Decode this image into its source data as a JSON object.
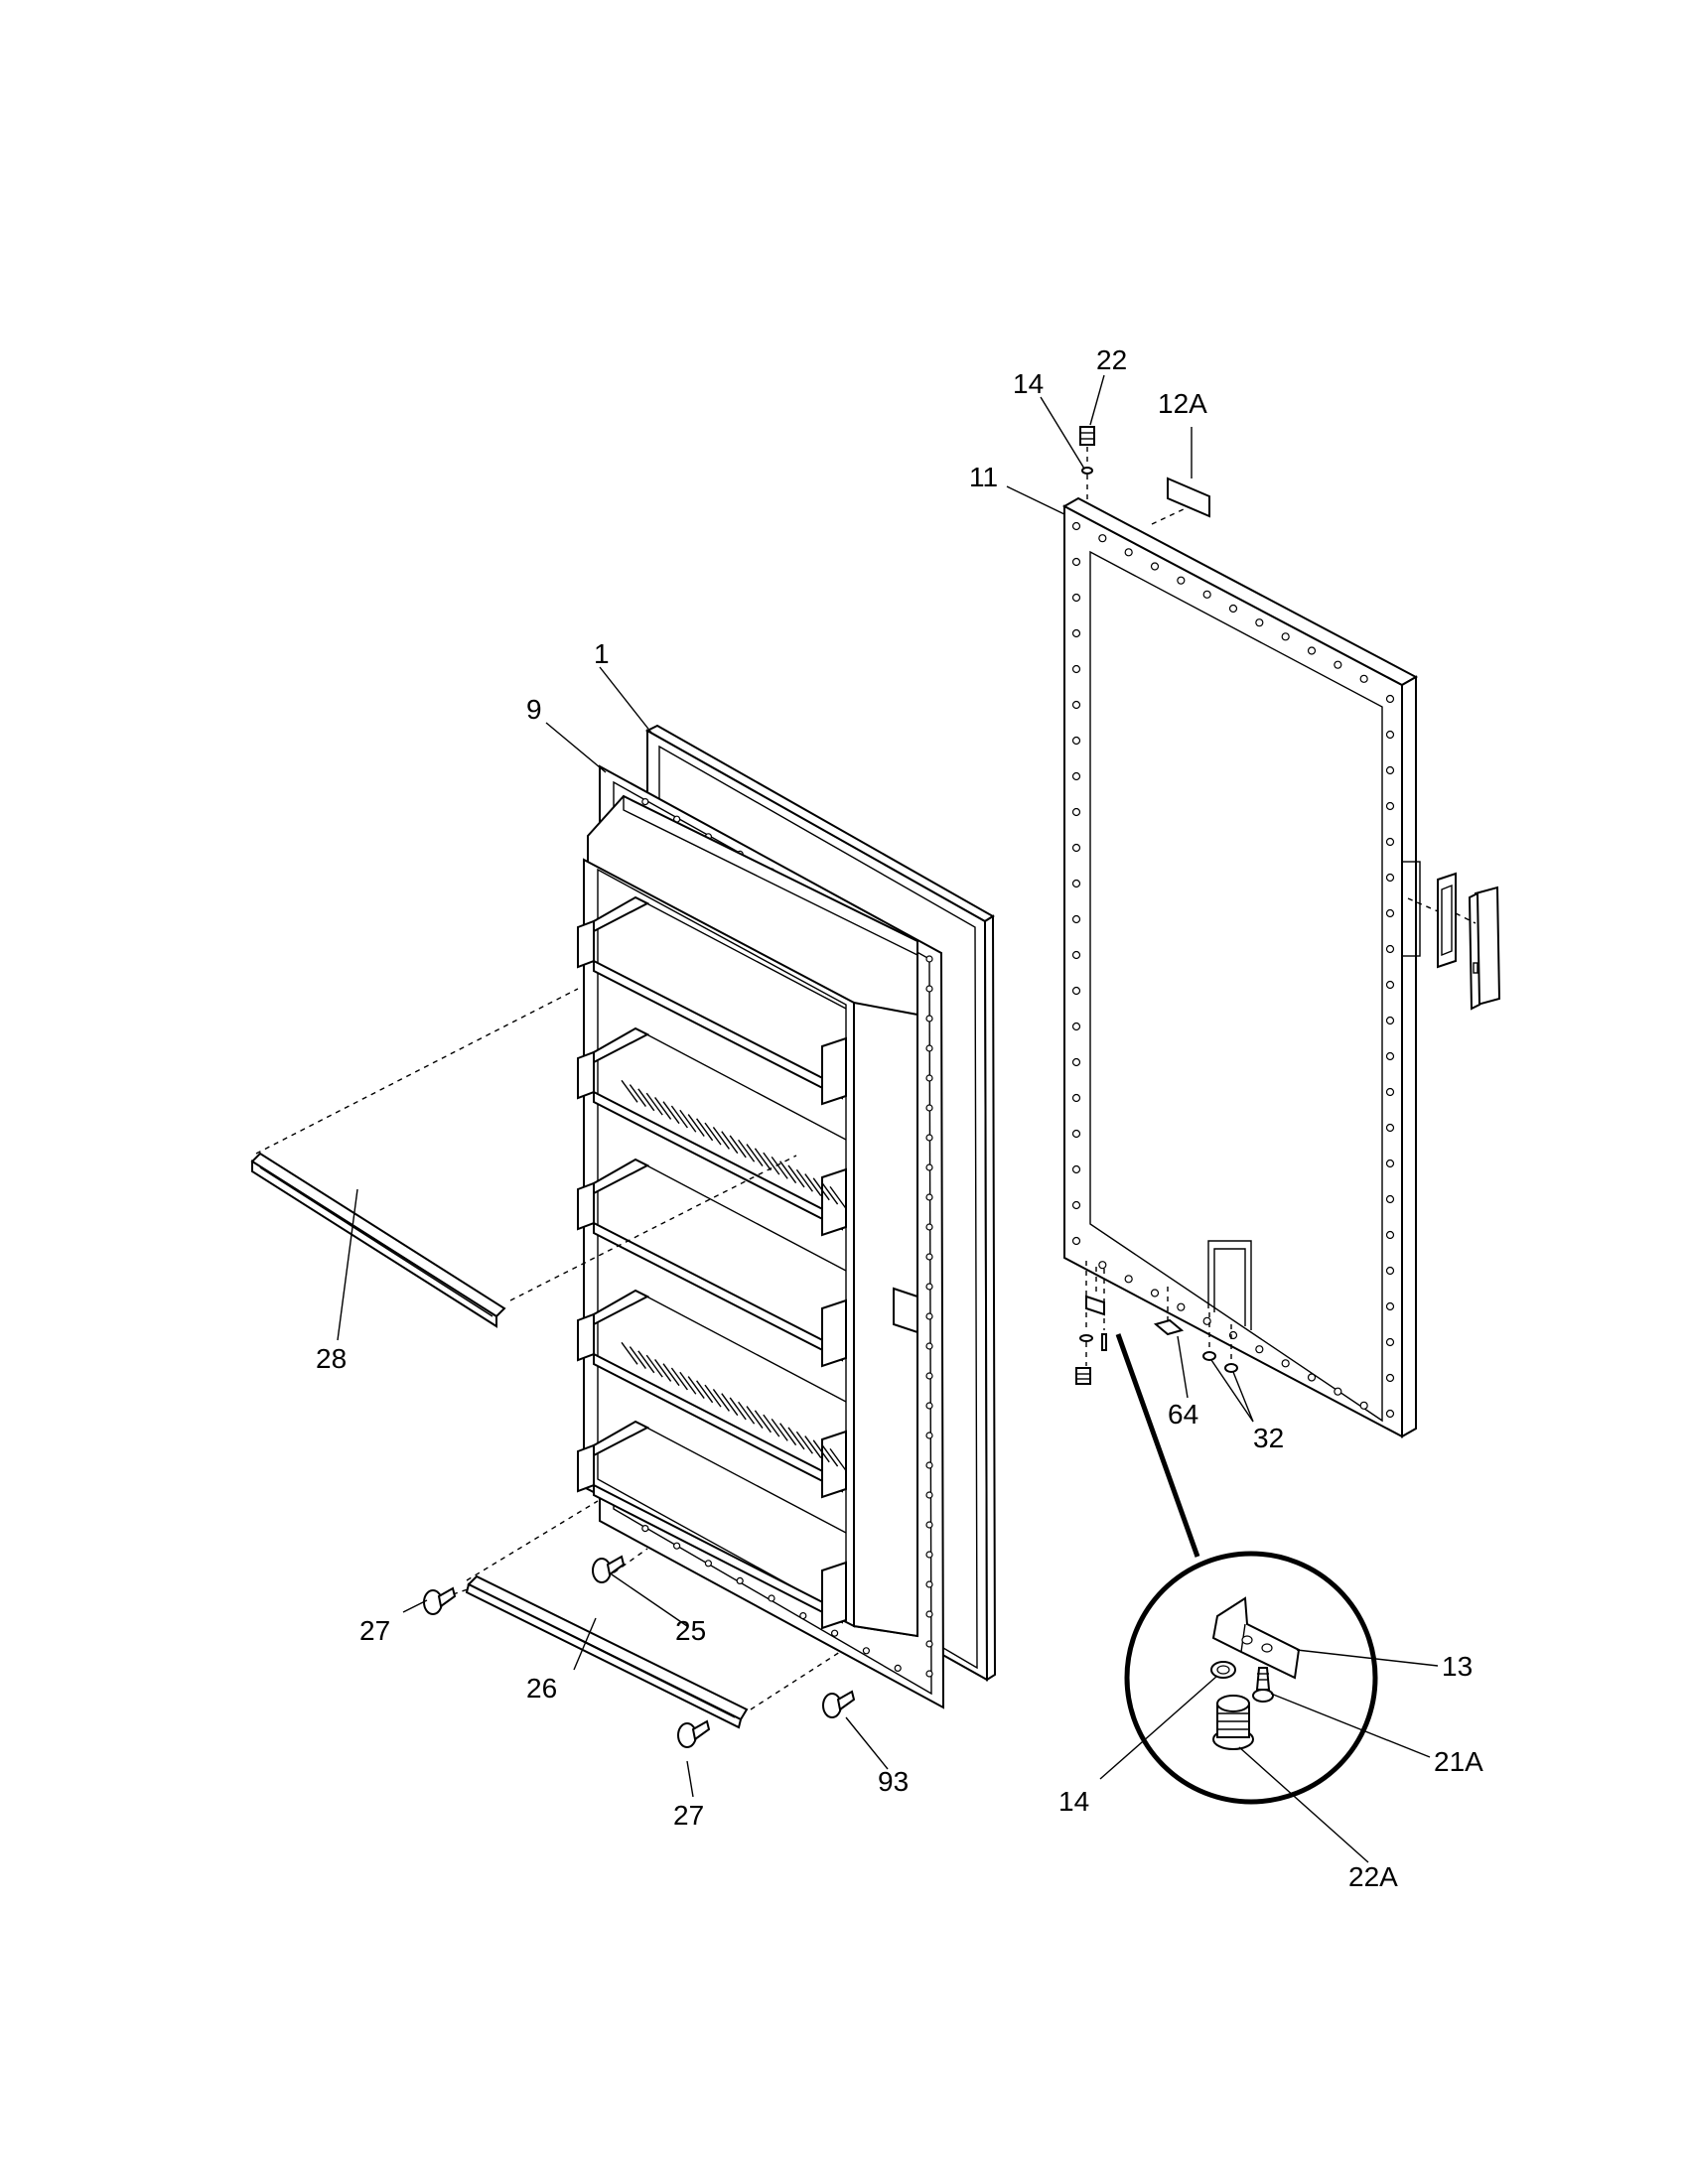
{
  "callouts": {
    "c1": "1",
    "c9": "9",
    "c11": "11",
    "c12A": "12A",
    "c13": "13",
    "c14_top": "14",
    "c14_detail": "14",
    "c21A": "21A",
    "c22_top": "22",
    "c22A": "22A",
    "c25": "25",
    "c26": "26",
    "c27_upper": "27",
    "c27_lower": "27",
    "c28": "28",
    "c32": "32",
    "c64": "64",
    "c93": "93"
  },
  "colors": {
    "line": "#000000",
    "background": "#ffffff"
  }
}
